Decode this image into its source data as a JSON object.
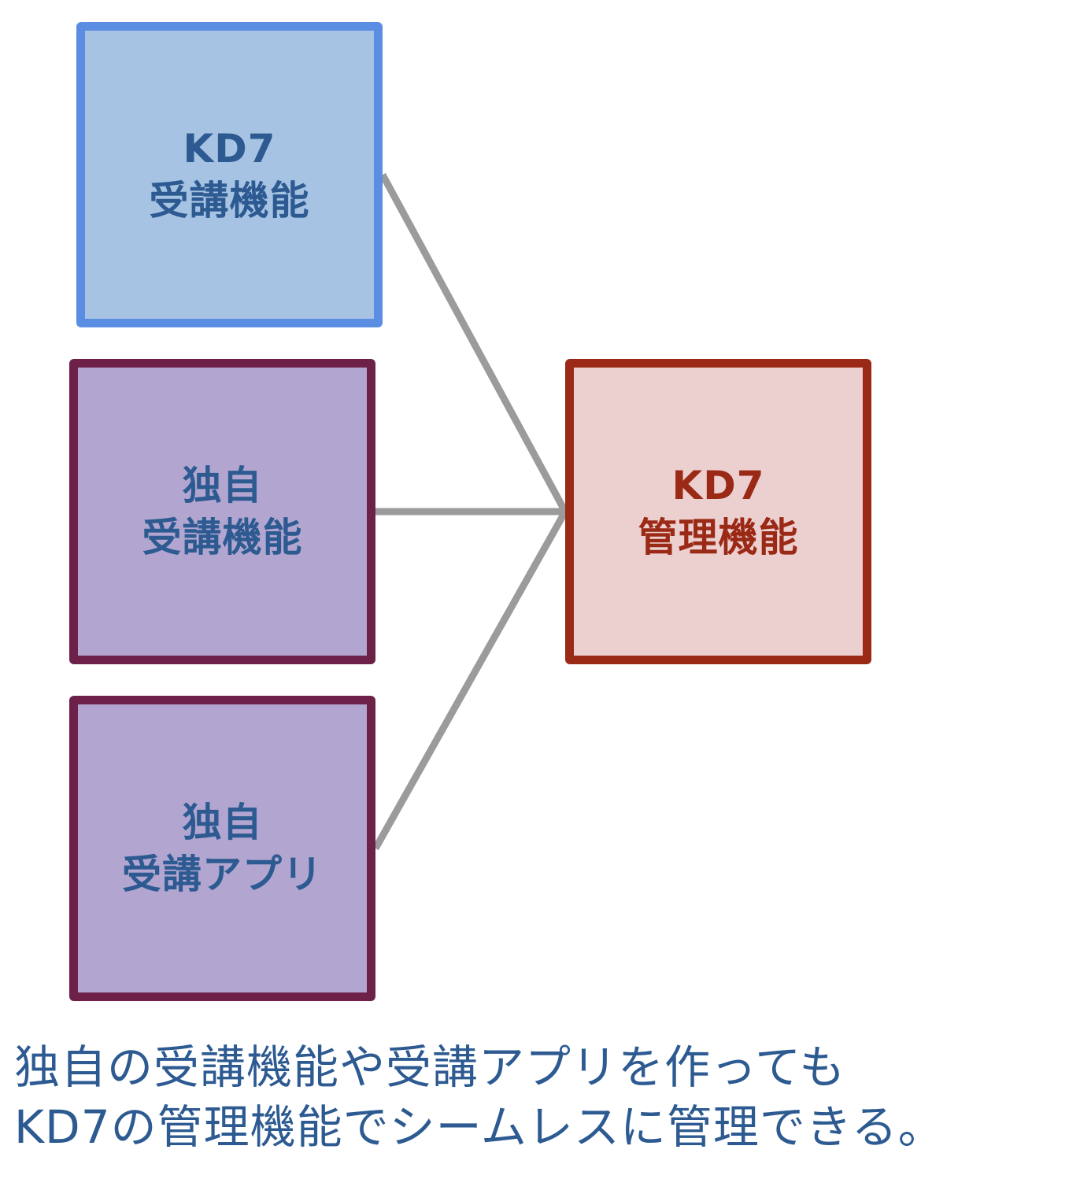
{
  "nodes": {
    "kd7_learning": {
      "line1": "KD7",
      "line2": "受講機能"
    },
    "custom_learning": {
      "line1": "独自",
      "line2": "受講機能"
    },
    "custom_app": {
      "line1": "独自",
      "line2": "受講アプリ"
    },
    "kd7_admin": {
      "line1": "KD7",
      "line2": "管理機能"
    }
  },
  "caption": {
    "line1": "独自の受講機能や受講アプリを作っても",
    "line2": "KD7の管理機能でシームレスに管理できる。"
  },
  "colors": {
    "connector": "#9b9b9b",
    "kd7_learning_fill": "#a6c3e3",
    "kd7_learning_border": "#5b8ee2",
    "custom_fill": "#b2a6d0",
    "custom_border": "#6d2148",
    "admin_fill": "#eccfcf",
    "admin_border": "#9a2a16",
    "text_blue": "#2c5a91",
    "text_red": "#9a2a16"
  }
}
